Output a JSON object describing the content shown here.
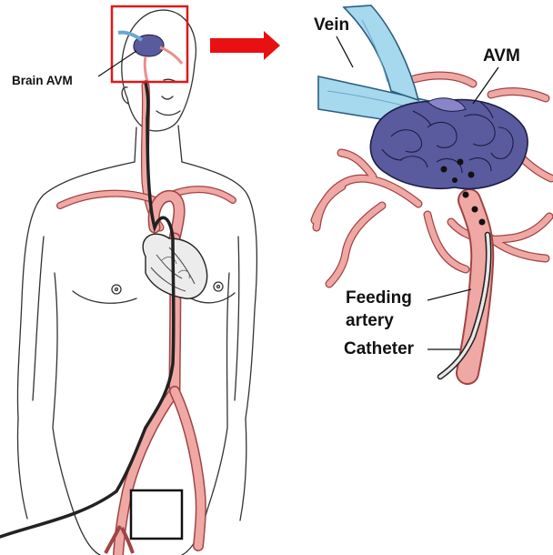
{
  "labels": {
    "brain_avm": "Brain AVM",
    "vein": "Vein",
    "avm": "AVM",
    "feeding_artery_line1": "Feeding",
    "feeding_artery_line2": "artery",
    "catheter": "Catheter"
  },
  "colors": {
    "artery": "#f0a8a4",
    "artery_outline": "#a04444",
    "vein": "#a6d8ee",
    "vein_outline": "#2a5f80",
    "avm": "#5a5a9e",
    "avm_outline": "#1d1d44",
    "highlight_box": "#e01818",
    "arrow": "#e81010",
    "body_outline": "#333333",
    "catheter": "#222222"
  },
  "icons": {
    "zoom_arrow": "right-arrow-icon"
  }
}
